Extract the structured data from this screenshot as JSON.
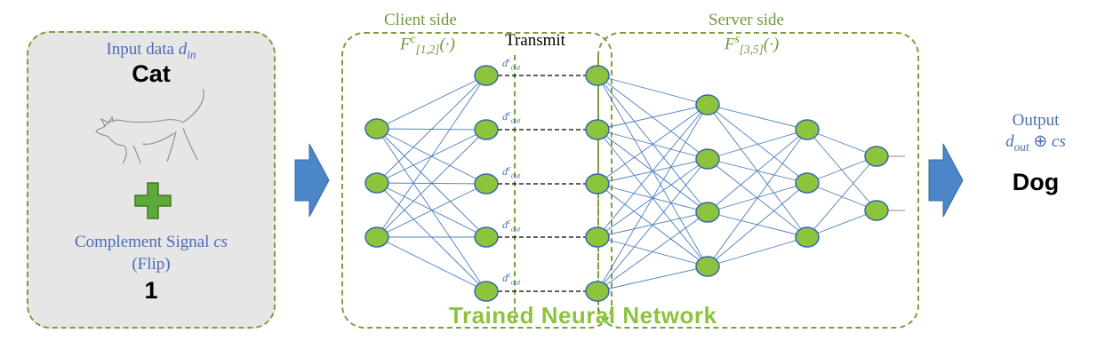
{
  "input_panel": {
    "input_label": "Input data",
    "input_symbol": "d",
    "input_sub": "in",
    "input_value": "Cat",
    "complement_label": "Complement Signal",
    "complement_symbol": "cs",
    "complement_mode": "(Flip)",
    "complement_value": "1"
  },
  "client": {
    "title": "Client side",
    "func_symbol": "F",
    "func_sup": "c",
    "func_sub": "[1,2]",
    "func_arg": "(·)"
  },
  "server": {
    "title": "Server side",
    "func_symbol": "F",
    "func_sup": "s",
    "func_sub": "[3,5]",
    "func_arg": "(·)"
  },
  "transmit_label": "Transmit",
  "transmit_symbol": "d",
  "transmit_sup": "c",
  "transmit_sub": "out",
  "network_title": "Trained Neural Network",
  "output": {
    "label": "Output",
    "symbol": "d",
    "sub": "out",
    "op": "⊕",
    "cs": "cs",
    "value": "Dog"
  },
  "network": {
    "layers": [
      3,
      5,
      5,
      4,
      3,
      2
    ],
    "node_fill": "#8cc43c",
    "node_stroke": "#3a66b0",
    "edge_color": "#4a7ec0"
  },
  "colors": {
    "accent_green": "#7aa03c",
    "arrow_blue": "#4a86c8",
    "plus_green": "#5fa83a"
  }
}
